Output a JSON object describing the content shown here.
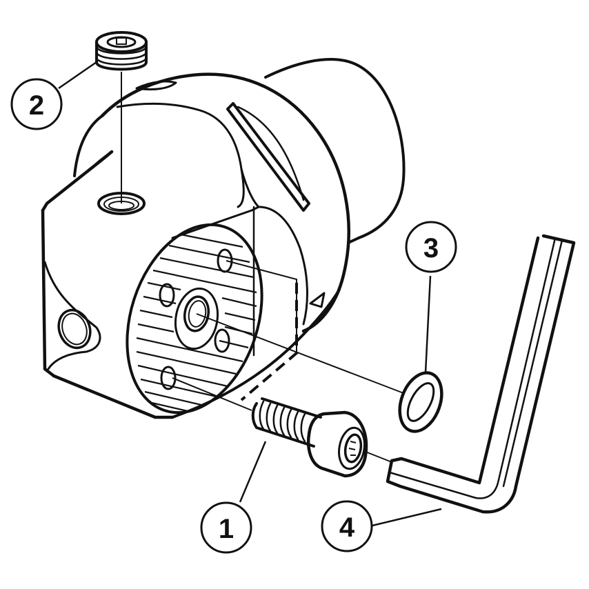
{
  "diagram": {
    "type": "exploded-parts-view",
    "subject": "tool holder adapter assembly",
    "colors": {
      "line": "#111111",
      "background": "#ffffff"
    },
    "callouts": [
      {
        "number": "1",
        "part": "cap-screw"
      },
      {
        "number": "2",
        "part": "set-screw"
      },
      {
        "number": "3",
        "part": "o-ring"
      },
      {
        "number": "4",
        "part": "hex-key"
      }
    ]
  }
}
